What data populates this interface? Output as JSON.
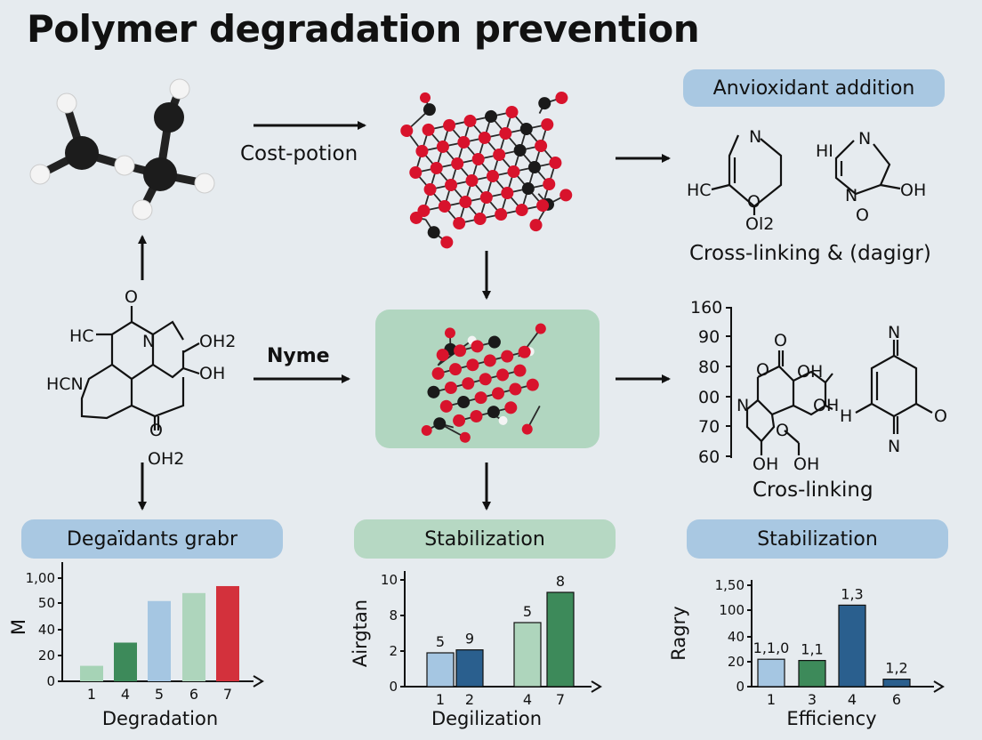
{
  "title": "Polymer degradation  prevention",
  "labels": {
    "cost_potion": "Cost-potion",
    "nyme": "Nyme",
    "antioxidant": "Anvioxidant addition",
    "crosslinking_dagigr": "Cross-linking & (dagigr)",
    "cros_linking": "Cros-linking",
    "degradants": "Degaїdants grabr",
    "stabilization_center": "Stabilization",
    "stabilization_right": "Stabilization"
  },
  "chem": {
    "m1": [
      "N",
      "HC",
      "O",
      "Ol2"
    ],
    "m2": [
      "HI",
      "N",
      "OH",
      "N",
      "O"
    ],
    "center": [
      "O",
      "HC",
      "N",
      "OH2",
      "OH",
      "HCN",
      "O",
      "OH2"
    ],
    "right_axis": [
      "160",
      "90",
      "80",
      "00",
      "70",
      "60"
    ],
    "right_chem": [
      "O",
      "O",
      "OH",
      "OH",
      "N",
      "O",
      "OH",
      "OH",
      "N",
      "H",
      "O",
      "N"
    ]
  },
  "colors": {
    "light_green": "#a6d3b6",
    "dark_green": "#3d8a5a",
    "light_blue": "#a5c6e2",
    "pale_green": "#aed5bc",
    "red": "#d3313c",
    "dark_blue": "#2a5f8e",
    "atom_red": "#d8132c",
    "atom_black": "#1a1a1a"
  },
  "chart_data": [
    {
      "type": "bar",
      "xlabel": "Degradation",
      "ylabel": "M",
      "ytick_labels": [
        "0",
        "20",
        "40",
        "50",
        "1,00"
      ],
      "categories": [
        "1",
        "4",
        "5",
        "6",
        "7"
      ],
      "values": [
        12,
        30,
        54,
        70,
        84
      ],
      "colors": [
        "#a6d3b6",
        "#3d8a5a",
        "#a5c6e2",
        "#aed5bc",
        "#d3313c"
      ]
    },
    {
      "type": "bar",
      "xlabel": "Degilization",
      "ylabel": "Airgtan",
      "ytick_labels": [
        "0",
        "2",
        "8",
        "10"
      ],
      "categories": [
        "1",
        "2",
        "4",
        "7"
      ],
      "values": [
        1.9,
        2.2,
        6.8,
        9.3
      ],
      "data_labels": [
        "5",
        "9",
        "5",
        "8"
      ],
      "colors": [
        "#a5c6e2",
        "#2a5f8e",
        "#aed5bc",
        "#3d8a5a"
      ]
    },
    {
      "type": "bar",
      "xlabel": "Efficiency",
      "ylabel": "Ragry",
      "ytick_labels": [
        "0",
        "20",
        "40",
        "100",
        "1,50"
      ],
      "categories": [
        "1",
        "3",
        "4",
        "6"
      ],
      "values": [
        22,
        21,
        110,
        6
      ],
      "data_labels": [
        "1,1,0",
        "1,1",
        "1,3",
        "1,2"
      ],
      "colors": [
        "#a5c6e2",
        "#3d8a5a",
        "#2a5f8e",
        "#2a5f8e"
      ]
    }
  ]
}
